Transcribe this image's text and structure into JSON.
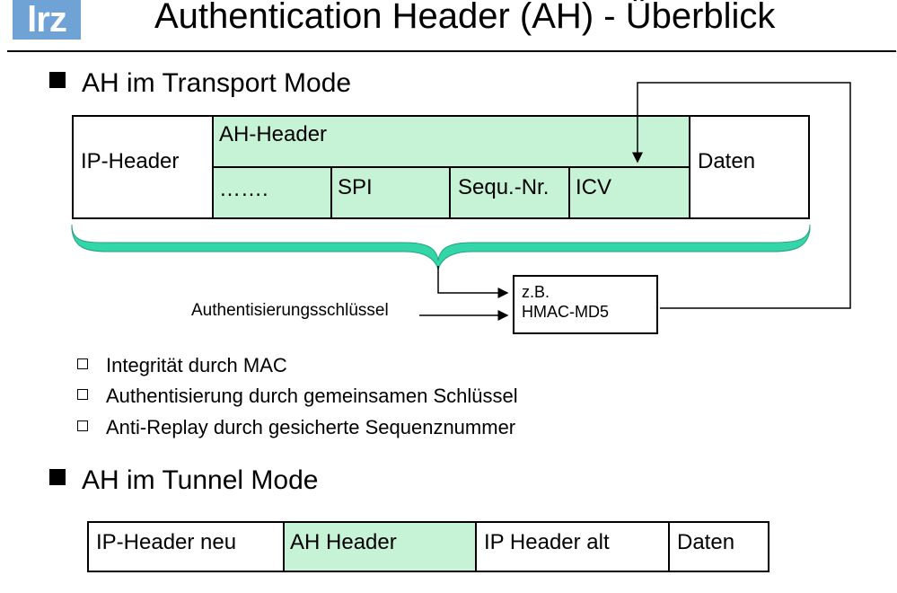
{
  "header": {
    "logo": "lrz",
    "title": "Authentication Header (AH) - Überblick"
  },
  "transport": {
    "heading": "AH im Transport Mode",
    "ip_header": "IP-Header",
    "ah_header": "AH-Header",
    "ah_fields": [
      "…….",
      "SPI",
      "Sequ.-Nr.",
      "ICV"
    ],
    "daten": "Daten",
    "key_label": "Authentisierungsschlüssel",
    "hmac_line1": "z.B.",
    "hmac_line2": "HMAC-MD5"
  },
  "bullets": [
    "Integrität durch MAC",
    "Authentisierung durch gemeinsamen Schlüssel",
    "Anti-Replay durch gesicherte Sequenznummer"
  ],
  "tunnel": {
    "heading": "AH im Tunnel Mode",
    "cells": [
      "IP-Header neu",
      "AH Header",
      "IP Header alt",
      "Daten"
    ]
  },
  "colors": {
    "logo_bg": "#6fa3d6",
    "ah_green": "#c6f2d6",
    "brace_teal": "#33d6a8"
  }
}
